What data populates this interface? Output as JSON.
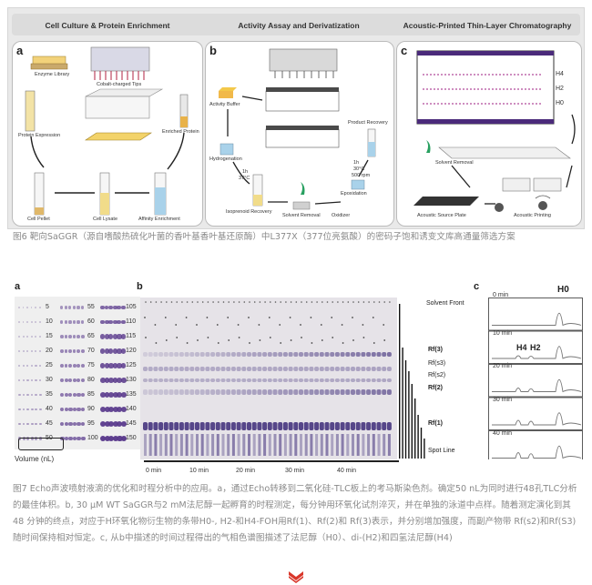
{
  "figure6": {
    "headers": {
      "a": "Cell Culture & Protein Enrichment",
      "b": "Activity Assay and Derivatization",
      "c": "Acoustic-Printed Thin-Layer Chromatography"
    },
    "panel_letters": [
      "a",
      "b",
      "c"
    ],
    "labels_a": {
      "enzyme_library": "Enzyme Library",
      "cobalt_tips": "Cobalt-charged Tips",
      "protein_expression": "Protein Expression",
      "enriched_protein": "Enriched Protein",
      "cell_pellet": "Cell Pellet",
      "cell_lysate": "Cell Lysate",
      "affinity_enrichment": "Affinity Enrichment"
    },
    "labels_b": {
      "activity_buffer": "Activity Buffer",
      "hydrogenation": "Hydrogenation",
      "hydro_cond1": "1h",
      "hydro_cond2": "37°C",
      "product_recovery": "Product Recovery",
      "pr_cond1": "1h",
      "pr_cond2": "30°C",
      "pr_cond3": "500 rpm",
      "epoxidation": "Epoxidation",
      "isoprenoid_recovery": "Isoprenoid Recovery",
      "solvent_removal": "Solvent Removal",
      "oxidizer": "Oxidizer"
    },
    "labels_c": {
      "h4": "H4",
      "h2": "H2",
      "h0": "H0",
      "solvent_removal": "Solvent Removal",
      "acoustic_source_plate": "Acoustic Source Plate",
      "acoustic_printing": "Acoustic Printing"
    },
    "caption": "图6 靶向SaGGR（源自嗜酸热硫化叶菌的香叶基香叶基还原酶）中L377X（377位亮氨酸）的密码子饱和诱变文库高通量筛选方案"
  },
  "figure7": {
    "panel_letters": [
      "a",
      "b",
      "c"
    ],
    "volumes_col1": [
      "5",
      "10",
      "15",
      "20",
      "25",
      "30",
      "35",
      "40",
      "45",
      "50"
    ],
    "volumes_col2": [
      "55",
      "60",
      "65",
      "70",
      "75",
      "80",
      "85",
      "90",
      "95",
      "100"
    ],
    "volumes_col3": [
      "105",
      "110",
      "115",
      "120",
      "125",
      "130",
      "135",
      "140",
      "145",
      "150"
    ],
    "volume_axis_label": "Volume (nL)",
    "time_ticks": [
      "0 min",
      "10 min",
      "20 min",
      "30 min",
      "40 min"
    ],
    "solvent_front": "Solvent Front",
    "spot_line": "Spot Line",
    "rf_labels": [
      "Rf(3)",
      "Rf(s3)",
      "Rf(s2)",
      "Rf(2)",
      "Rf(1)"
    ],
    "chrom_times": [
      "0 min",
      "10 min",
      "20 min",
      "30 min",
      "40 min"
    ],
    "chrom_peaks": {
      "h0": "H0",
      "h4": "H4",
      "h2": "H2"
    },
    "caption": "图7 Echo声波喷射液滴的优化和时程分析中的应用。a，通过Echo转移到二氧化硅-TLC板上的考马斯染色剂。确定50 nL为同时进行48孔TLC分析的最佳体积。b, 30 μM WT SaGGR与2 mM法尼醇一起孵育的时程测定，每分钟用环氧化试剂淬灭，并在单独的泳道中点样。随着测定演化到其 48 分钟的终点，对应于H环氧化物衍生物的条带H0-, H2-和H4-FOH用Rf(1)、Rf(2)和 Rf(3)表示，并分别增加强度，而副产物带 Rf(s2)和Rf(S3)随时间保持相对恒定。c, 从b中描述的时间过程得出的气相色谱图描述了法尼醇（H0）、di-(H2)和四氢法尼醇(H4)"
  },
  "colors": {
    "caption_gray": "#8a8a8a",
    "stain_purple": "#5a3a8c",
    "tlc_band": "#3c2a78",
    "arrow_red": "#d9372b"
  },
  "icons": [
    "down-arrow-icon"
  ]
}
